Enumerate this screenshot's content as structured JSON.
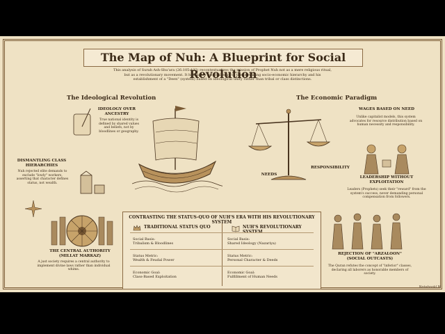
{
  "title": "The Map of Nuh: A Blueprint for Social Revolution",
  "subtitle": "This analysis of Surah Ash-Shu'ara (26:105-122) recontextualizes the mission of Prophet Nuh not as a mere religious ritual, but as a revolutionary movement. It highlights his challenge to the prevailing socio-economic hierarchy and his establishment of a \"Deen\" (system) based on ideological unity rather than tribal or class distinctions.",
  "left_section": "The Ideological Revolution",
  "right_section": "The Economic Paradigm",
  "ideology": {
    "label": "Ideology Over Ancestry",
    "text": "True national identity is defined by shared values and beliefs, not by bloodlines or geography."
  },
  "class": {
    "label": "Dismantling Class Hierarchies",
    "text": "Nuh rejected elite demands to exclude \"lowly\" workers, asserting that character defines status, not wealth."
  },
  "authority": {
    "label": "The Central Authority (Millat Markaz)",
    "text": "A just society requires a central authority to implement divine laws rather than individual whims."
  },
  "wages": {
    "label": "Wages Based on Need",
    "text": "Unlike capitalist models, this system advocates for resource distribution based on human necessity and responsibility."
  },
  "leadership": {
    "label": "Leadership Without Exploitation",
    "text": "Leaders (Prophets) seek their \"reward\" from the system's success, never demanding personal compensation from followers."
  },
  "arzaloon": {
    "label": "Rejection of \"Arzaloon\" (Social Outcasts)",
    "text": "The Quran refutes the concept of \"inferior\" classes, declaring all laborers as honorable members of society."
  },
  "scale": {
    "needs": "Needs",
    "responsibility": "Responsibility"
  },
  "table": {
    "heading": "Contrasting the Status-Quo of Nuh's Era with His Revolutionary System",
    "left_head": "Traditional Status Quo",
    "right_head": "Nuh's Revolutionary System",
    "rows": [
      {
        "l1": "Social Basis:",
        "l2": "Tribalism & Bloodlines",
        "r1": "Social Basis:",
        "r2": "Shared Ideology (Nazariya)"
      },
      {
        "l1": "Status Metric:",
        "l2": "Wealth & Feudal Power",
        "r1": "Status Metric:",
        "r2": "Personal Character & Deeds"
      },
      {
        "l1": "Economic Goal:",
        "l2": "Class-Based Exploitation",
        "r1": "Economic Goal:",
        "r2": "Fulfillment of Human Needs"
      }
    ]
  },
  "watermark": "NotebookLM"
}
